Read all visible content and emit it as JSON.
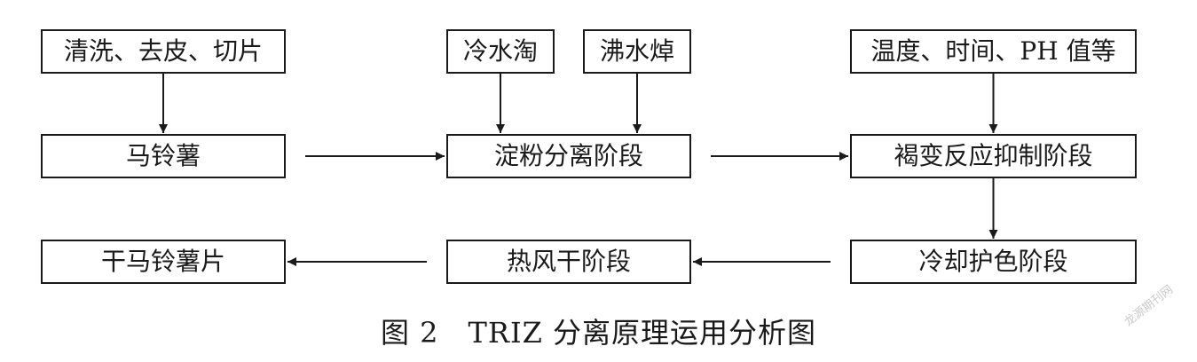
{
  "diagram": {
    "nodes": [
      {
        "id": "wash",
        "label": "清洗、去皮、切片"
      },
      {
        "id": "potato",
        "label": "马铃薯"
      },
      {
        "id": "rinse",
        "label": "冷水淘"
      },
      {
        "id": "blanch",
        "label": "沸水焯"
      },
      {
        "id": "starch",
        "label": "淀粉分离阶段"
      },
      {
        "id": "params",
        "label": "温度、时间、PH 值等"
      },
      {
        "id": "browning",
        "label": "褐变反应抑制阶段"
      },
      {
        "id": "cool",
        "label": "冷却护色阶段"
      },
      {
        "id": "hotair",
        "label": "热风干阶段"
      },
      {
        "id": "chips",
        "label": "干马铃薯片"
      }
    ],
    "edges": [
      {
        "from": "wash",
        "to": "potato"
      },
      {
        "from": "potato",
        "to": "starch"
      },
      {
        "from": "rinse",
        "to": "starch"
      },
      {
        "from": "blanch",
        "to": "starch"
      },
      {
        "from": "starch",
        "to": "browning"
      },
      {
        "from": "params",
        "to": "browning"
      },
      {
        "from": "browning",
        "to": "cool"
      },
      {
        "from": "cool",
        "to": "hotair"
      },
      {
        "from": "hotair",
        "to": "chips"
      }
    ]
  },
  "caption": "图 2　TRIZ 分离原理运用分析图",
  "watermark": "龙源期刊网"
}
